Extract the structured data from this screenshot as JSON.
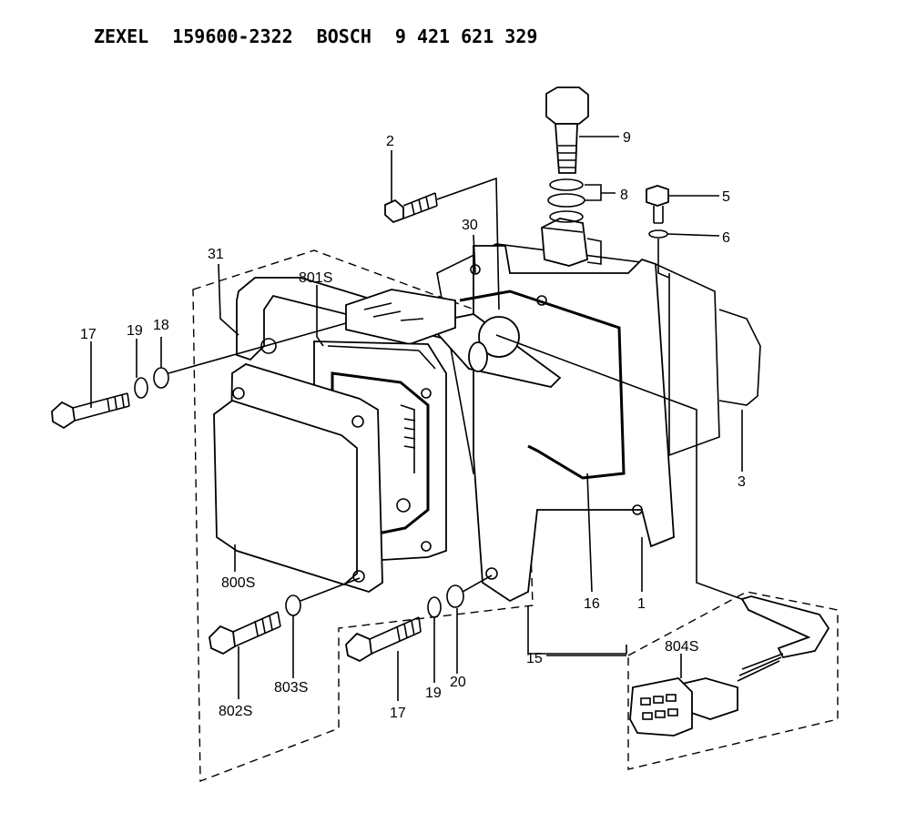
{
  "header": {
    "maker": "ZEXEL",
    "zexel_number": "159600-2322",
    "brand": "BOSCH",
    "bosch_number": "9 421 621 329"
  },
  "callouts": {
    "c1": "1",
    "c2": "2",
    "c3": "3",
    "c5": "5",
    "c6": "6",
    "c8": "8",
    "c9": "9",
    "c15": "15",
    "c16": "16",
    "c17a": "17",
    "c17b": "17",
    "c18": "18",
    "c19a": "19",
    "c19b": "19",
    "c20": "20",
    "c30": "30",
    "c31": "31",
    "c800s": "800S",
    "c801s": "801S",
    "c802s": "802S",
    "c803s": "803S",
    "c804s": "804S"
  }
}
